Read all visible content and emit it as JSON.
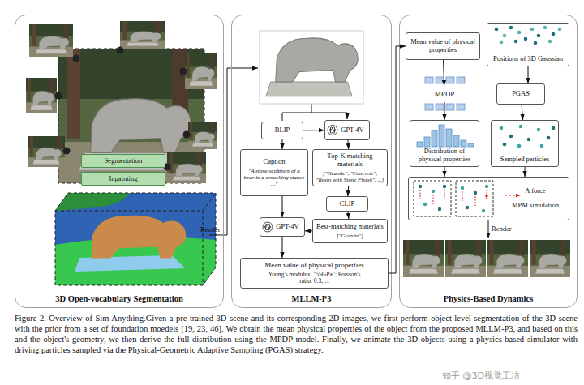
{
  "diagram": {
    "caption": "Figure 2. Overview of Sim Anything.Given a pre-trained 3D scene and its corresponding 2D images, we first perform object-level segmentation of the 3D scene with the prior from a set of foundation moedels [19, 23, 46]. We obtain the mean physical properties of the object from the proposed MLLM-P3, and based on this and the object's geometry, we then derive the full distribution using the MPDP model. Finally, we animate the 3D objects using a physics-based simulator with driving particles sampled via the Physical-Geometric Adaptive Sampling (PGAS) strategy.",
    "nodes": [
      {
        "text": [
          "3D Open-vocabulary Segmentation"
        ]
      },
      {
        "text": [
          "Segmentation"
        ],
        "in": 0
      },
      {
        "text": [
          "Inpainting"
        ],
        "in": 0
      },
      {
        "text": [
          "MLLM-P3"
        ]
      },
      {
        "text": [
          "BLIP"
        ],
        "in": 3
      },
      {
        "text": [
          "GPT-4V"
        ],
        "in": 3
      },
      {
        "text": [
          "Caption",
          "\"A stone sculpture of a bear in a crouching stance ...\""
        ],
        "in": 3
      },
      {
        "text": [
          "Top-K matching materials",
          "[\"Granite\", \"Concrete\", \"Resin with Stone Finish\", ...]"
        ],
        "in": 3
      },
      {
        "text": [
          "CLIP"
        ],
        "in": 3
      },
      {
        "text": [
          "Best-matching materials",
          "[\"Granite\"]"
        ],
        "in": 3
      },
      {
        "text": [
          "GPT-4V"
        ],
        "in": 3
      },
      {
        "text": [
          "Mean value of physical properties",
          "Young's modulus: \"55GPa\"; Poisson's ratio: 0.3; ..."
        ],
        "in": 3
      },
      {
        "text": [
          "Physics-Based Dynamics"
        ]
      },
      {
        "text": [
          "Mean value of physical properties"
        ],
        "in": 12
      },
      {
        "text": [
          "Positions of 3D Gaussian"
        ],
        "in": 12
      },
      {
        "text": [
          "MPDP"
        ],
        "in": 12
      },
      {
        "text": [
          "PGAS"
        ],
        "in": 12
      },
      {
        "text": [
          "Distribution of physical properties"
        ],
        "in": 12
      },
      {
        "text": [
          "Sampled particles"
        ],
        "in": 12
      },
      {
        "text": [
          "A force",
          "MPM simulation"
        ],
        "in": 12
      }
    ],
    "edges": [
      {
        "from": 4,
        "to": 5,
        "arrow": "to"
      },
      {
        "from": 4,
        "to": 6,
        "arrow": "to"
      },
      {
        "from": 5,
        "to": 7,
        "arrow": "to"
      },
      {
        "from": 7,
        "to": 8,
        "arrow": "to"
      },
      {
        "from": 8,
        "to": 9,
        "arrow": "to"
      },
      {
        "from": 6,
        "to": 10,
        "arrow": "to"
      },
      {
        "from": 9,
        "to": 10,
        "arrow": "to"
      },
      {
        "from": 10,
        "to": 11,
        "arrow": "to"
      },
      {
        "from": 11,
        "to": 13,
        "arrow": "to"
      },
      {
        "from": 13,
        "to": 15,
        "arrow": "to"
      },
      {
        "from": 14,
        "to": 16,
        "arrow": "to"
      },
      {
        "from": 15,
        "to": 17,
        "arrow": "to"
      },
      {
        "from": 16,
        "to": 18,
        "arrow": "to"
      },
      {
        "from": 17,
        "to": 19,
        "arrow": "to"
      },
      {
        "from": 18,
        "to": 19,
        "arrow": "to"
      }
    ],
    "labels": [
      "Render",
      "Render",
      "知乎 @3D视觉工坊"
    ]
  }
}
